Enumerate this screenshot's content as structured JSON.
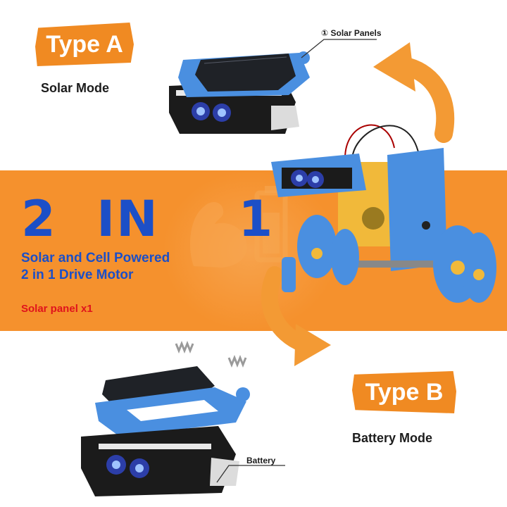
{
  "type_a": {
    "tag": "Type A",
    "mode": "Solar Mode",
    "callout": "① Solar Panels"
  },
  "type_b": {
    "tag": "Type B",
    "mode": "Battery Mode",
    "callout": "Battery"
  },
  "center": {
    "headline": "2 IN  1",
    "subtitle_line1": "Solar and Cell Powered",
    "subtitle_line2": "2 in 1 Drive Motor",
    "panel_note": "Solar panel x1"
  },
  "colors": {
    "band": "#f5912d",
    "tag": "#f08a22",
    "headline": "#1c4fc7",
    "note": "#e0131c",
    "robot_blue": "#4a8fe0",
    "robot_yellow": "#f1b93a"
  },
  "icons": [
    "muscle-arm-icon",
    "battery-icon",
    "curved-arrow-icon"
  ]
}
